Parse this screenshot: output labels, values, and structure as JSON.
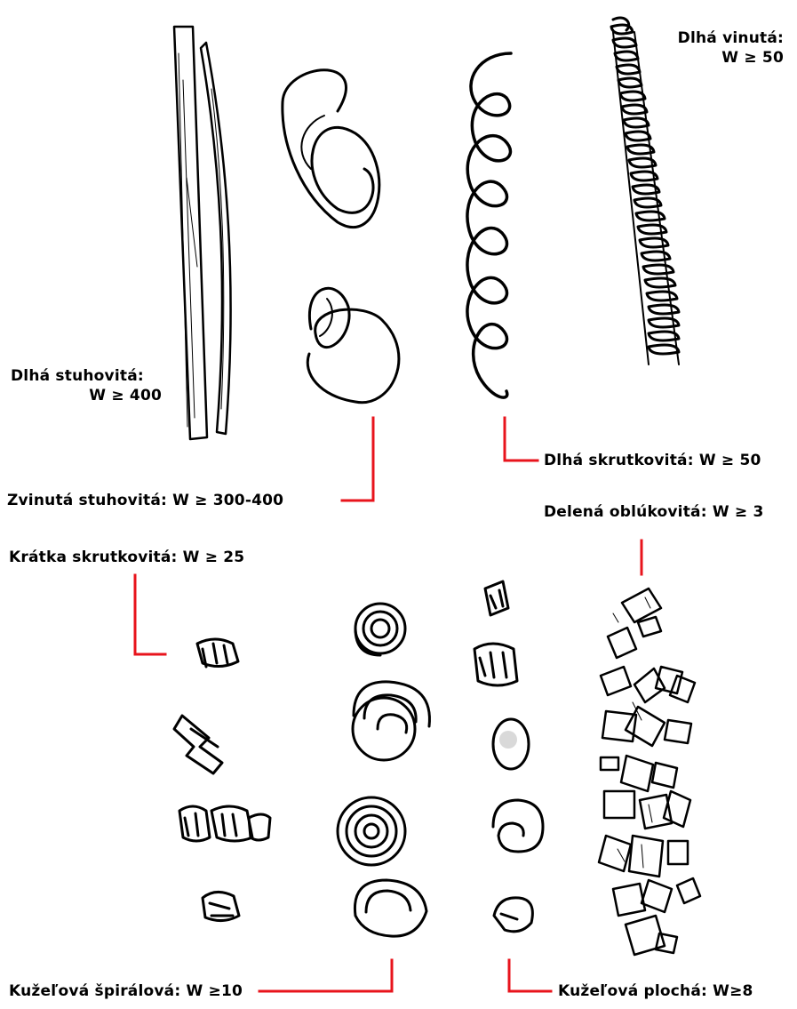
{
  "labels": {
    "dlha_vinuta_line1": "Dlhá vinutá:",
    "dlha_vinuta_line2": "W ≥ 50",
    "dlha_stuhovita_line1": "Dlhá stuhovitá:",
    "dlha_stuhovita_line2": "W ≥ 400",
    "dlha_skrutkovita": "Dlhá skrutkovitá: W ≥ 50",
    "zvinuta_stuhovita": "Zvinutá stuhovitá: W ≥ 300-400",
    "delena_oblukovita": "Delená oblúkovitá: W ≥ 3",
    "kratka_skrutkovita": "Krátka skrutkovitá: W ≥ 25",
    "kuzelova_spiralova": "Kužeľová špirálová: W ≥10",
    "kuzelova_plocha": "Kužeľová plochá: W≥8"
  },
  "colors": {
    "leader_line": "#e8141c",
    "ink": "#000000",
    "background": "#ffffff"
  }
}
